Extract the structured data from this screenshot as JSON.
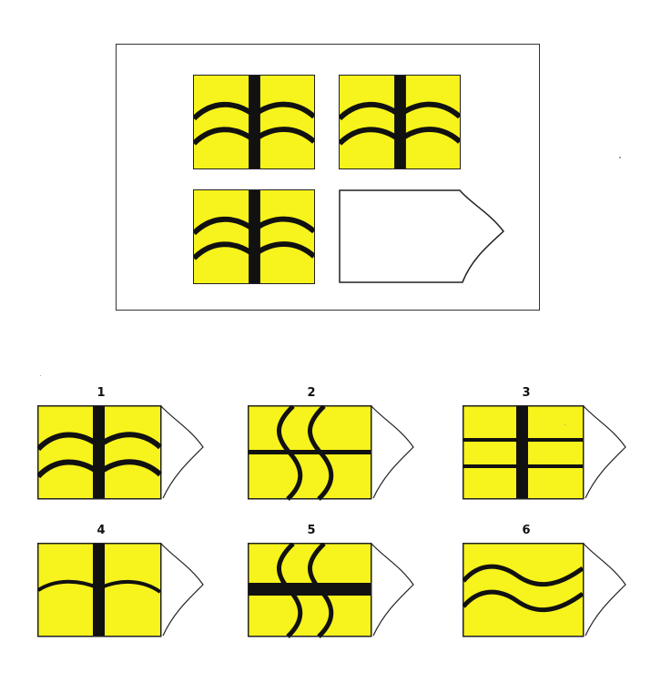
{
  "colors": {
    "tile_fill": "#f7f31c",
    "pattern": "#111111",
    "outline": "#222222",
    "background": "#ffffff"
  },
  "puzzle": {
    "tiles": [
      {
        "pattern": "branch-wave",
        "description_icon": "vertical-bar-with-two-waves"
      },
      {
        "pattern": "branch-wave",
        "description_icon": "vertical-bar-with-two-waves"
      },
      {
        "pattern": "branch-wave",
        "description_icon": "vertical-bar-with-two-waves"
      }
    ],
    "missing_tile": {
      "pattern": "blank"
    }
  },
  "options": [
    {
      "number": "1",
      "pattern": "branch-wave"
    },
    {
      "number": "2",
      "pattern": "horizontal-line-with-vertical-waves"
    },
    {
      "number": "3",
      "pattern": "vertical-bar-with-two-straight-lines"
    },
    {
      "number": "4",
      "pattern": "vertical-bar-with-one-wave"
    },
    {
      "number": "5",
      "pattern": "horizontal-bar-with-vertical-waves"
    },
    {
      "number": "6",
      "pattern": "two-waves-no-bar"
    }
  ]
}
